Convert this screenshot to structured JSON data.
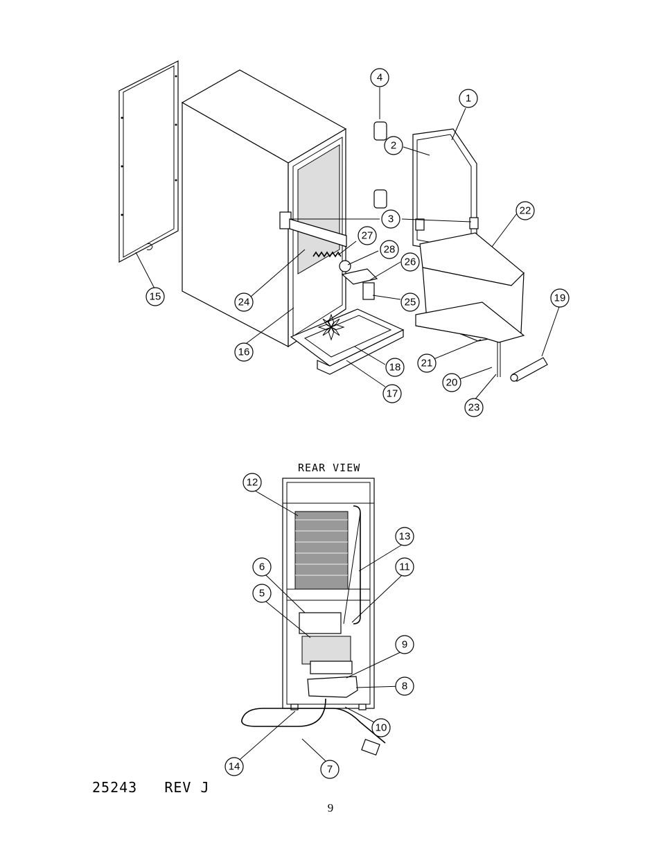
{
  "rear_view_title": "REAR VIEW",
  "doc_number": "25243   REV J",
  "page_number": "9",
  "callouts": [
    {
      "id": "c1",
      "label": "1"
    },
    {
      "id": "c2",
      "label": "2"
    },
    {
      "id": "c3",
      "label": "3"
    },
    {
      "id": "c4",
      "label": "4"
    },
    {
      "id": "c15",
      "label": "15"
    },
    {
      "id": "c16",
      "label": "16"
    },
    {
      "id": "c17",
      "label": "17"
    },
    {
      "id": "c18",
      "label": "18"
    },
    {
      "id": "c19",
      "label": "19"
    },
    {
      "id": "c20",
      "label": "20"
    },
    {
      "id": "c21",
      "label": "21"
    },
    {
      "id": "c22",
      "label": "22"
    },
    {
      "id": "c23",
      "label": "23"
    },
    {
      "id": "c24",
      "label": "24"
    },
    {
      "id": "c25",
      "label": "25"
    },
    {
      "id": "c26",
      "label": "26"
    },
    {
      "id": "c27",
      "label": "27"
    },
    {
      "id": "c28",
      "label": "28"
    },
    {
      "id": "c5",
      "label": "5"
    },
    {
      "id": "c6",
      "label": "6"
    },
    {
      "id": "c7",
      "label": "7"
    },
    {
      "id": "c8",
      "label": "8"
    },
    {
      "id": "c9",
      "label": "9"
    },
    {
      "id": "c10",
      "label": "10"
    },
    {
      "id": "c11",
      "label": "11"
    },
    {
      "id": "c12",
      "label": "12"
    },
    {
      "id": "c13",
      "label": "13"
    },
    {
      "id": "c14",
      "label": "14"
    }
  ]
}
